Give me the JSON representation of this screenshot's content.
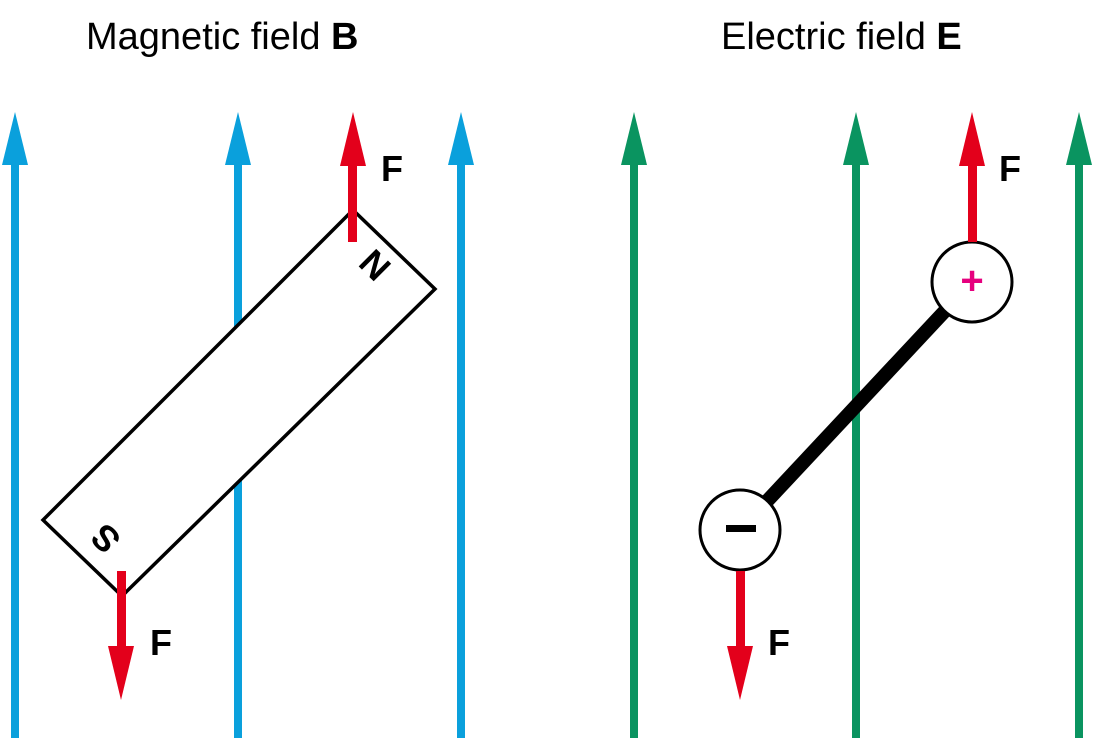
{
  "panels": {
    "magnetic": {
      "title": "Magnetic field ",
      "title_symbol": "B",
      "field_color": "#0aa0dc",
      "north_label": "N",
      "south_label": "S",
      "force_label_top": "F",
      "force_label_bottom": "F"
    },
    "electric": {
      "title": "Electric field ",
      "title_symbol": "E",
      "field_color": "#0a9460",
      "positive_label": "+",
      "negative_label": "−",
      "positive_color": "#e6007e",
      "force_label_top": "F",
      "force_label_bottom": "F"
    }
  },
  "colors": {
    "force": "#e3001b",
    "outline": "#000000"
  }
}
